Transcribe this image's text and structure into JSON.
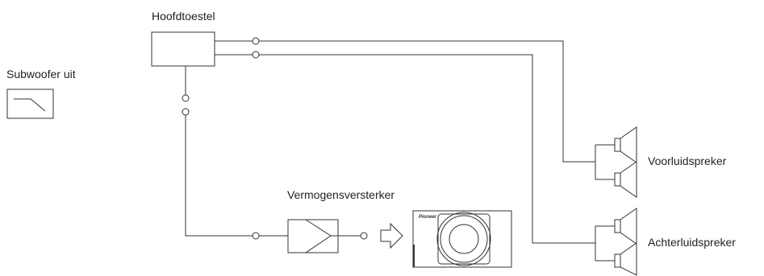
{
  "labels": {
    "head_unit": "Hoofdtoestel",
    "subwoofer_mode": "Subwoofer uit",
    "amplifier": "Vermogensversterker",
    "front_speaker": "Voorluidspreker",
    "rear_speaker": "Achterluidspreker"
  },
  "logo_text": "Pioneer",
  "colors": {
    "line": "#333333",
    "fill": "#ffffff",
    "text": "#222222"
  }
}
